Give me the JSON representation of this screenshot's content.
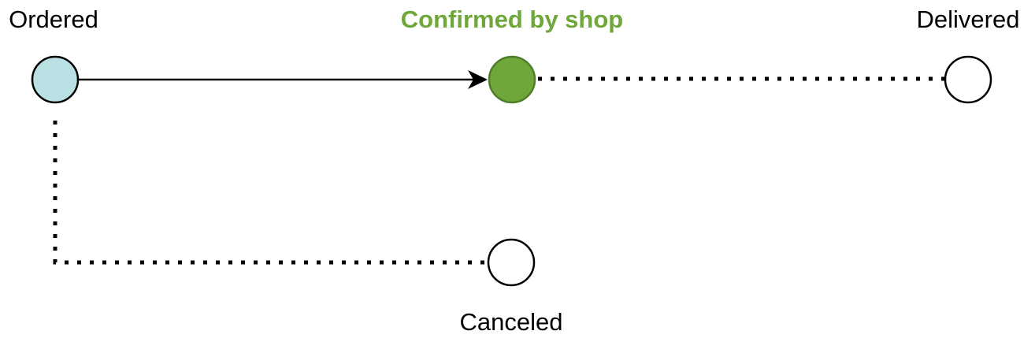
{
  "states": {
    "ordered": {
      "label": "Ordered",
      "fill": "#b9e0e3",
      "stroke": "#000000",
      "text_color": "#000000"
    },
    "confirmed": {
      "label": "Confirmed by shop",
      "fill": "#70a73a",
      "stroke": "#4f7d2a",
      "text_color": "#70a73a",
      "current": true
    },
    "delivered": {
      "label": "Delivered",
      "fill": "#ffffff",
      "stroke": "#000000",
      "text_color": "#000000"
    },
    "canceled": {
      "label": "Canceled",
      "fill": "#ffffff",
      "stroke": "#000000",
      "text_color": "#000000"
    }
  },
  "transitions": [
    {
      "from": "ordered",
      "to": "confirmed",
      "style": "solid",
      "arrow": true
    },
    {
      "from": "confirmed",
      "to": "delivered",
      "style": "dotted",
      "arrow": false
    },
    {
      "from": "ordered",
      "to": "canceled",
      "style": "dotted",
      "arrow": false
    }
  ]
}
